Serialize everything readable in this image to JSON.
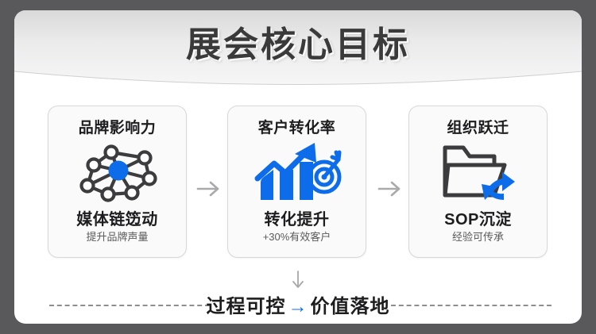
{
  "header": {
    "title": "展会核心目标"
  },
  "colors": {
    "frame": "#59595b",
    "panel": "#ffffff",
    "accent_blue": "#0c6ce9",
    "icon_gray": "#3c3c3e",
    "title_text": "#3a3a3a",
    "card_bg": "#fafafa",
    "card_border": "#d8d8da",
    "dash_gray": "#8e8e90"
  },
  "cards": [
    {
      "title": "品牌影响力",
      "icon": "network-graph-icon",
      "main": "媒体链笾动",
      "sub": "提升品牌声量"
    },
    {
      "title": "客户转化率",
      "icon": "growth-chart-target-icon",
      "main": "转化提升",
      "sub": "+30%有效客户"
    },
    {
      "title": "组织跃迁",
      "icon": "folder-sync-icon",
      "main": "SOP沉淀",
      "sub": "经验可传承"
    }
  ],
  "connectors": [
    {
      "icon": "chevron-right-icon"
    },
    {
      "icon": "chevron-right-icon"
    }
  ],
  "footer": {
    "down_arrow_icon": "arrow-down-icon",
    "left_text": "过程可控",
    "arrow_symbol": "→",
    "right_text": "价值落地"
  }
}
